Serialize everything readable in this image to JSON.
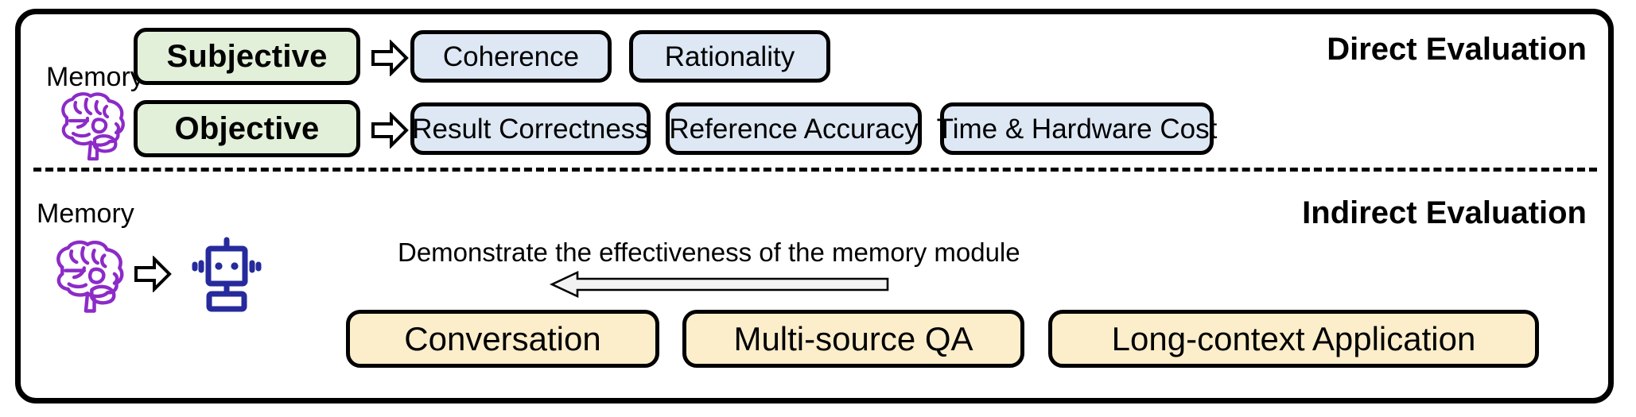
{
  "figure": {
    "title": "Memory evaluation taxonomy diagram",
    "colors": {
      "green_fill": "#e2efd9",
      "blue_fill": "#dee8f4",
      "yellow_fill": "#fceecb",
      "brain_purple": "#8c2bc8",
      "robot_navy": "#262a9c",
      "outline_black": "#000000",
      "page_background": "#ffffff"
    }
  },
  "direct": {
    "heading": "Direct Evaluation",
    "memory_label": "Memory",
    "brain_icon": "brain-icon",
    "rows": [
      {
        "category": "Subjective",
        "arrow_icon": "block-arrow-right-icon",
        "metrics": [
          "Coherence",
          "Rationality"
        ]
      },
      {
        "category": "Objective",
        "arrow_icon": "block-arrow-right-icon",
        "metrics": [
          "Result Correctness",
          "Reference Accuracy",
          "Time & Hardware Cost"
        ]
      }
    ]
  },
  "indirect": {
    "heading": "Indirect Evaluation",
    "memory_label": "Memory",
    "brain_icon": "brain-icon",
    "arrow_icon": "block-arrow-right-icon",
    "robot_icon": "robot-icon",
    "caption": "Demonstrate the effectiveness of the memory module",
    "feedback_arrow_icon": "long-arrow-left-icon",
    "tasks": [
      "Conversation",
      "Multi-source QA",
      "Long-context Application"
    ]
  }
}
